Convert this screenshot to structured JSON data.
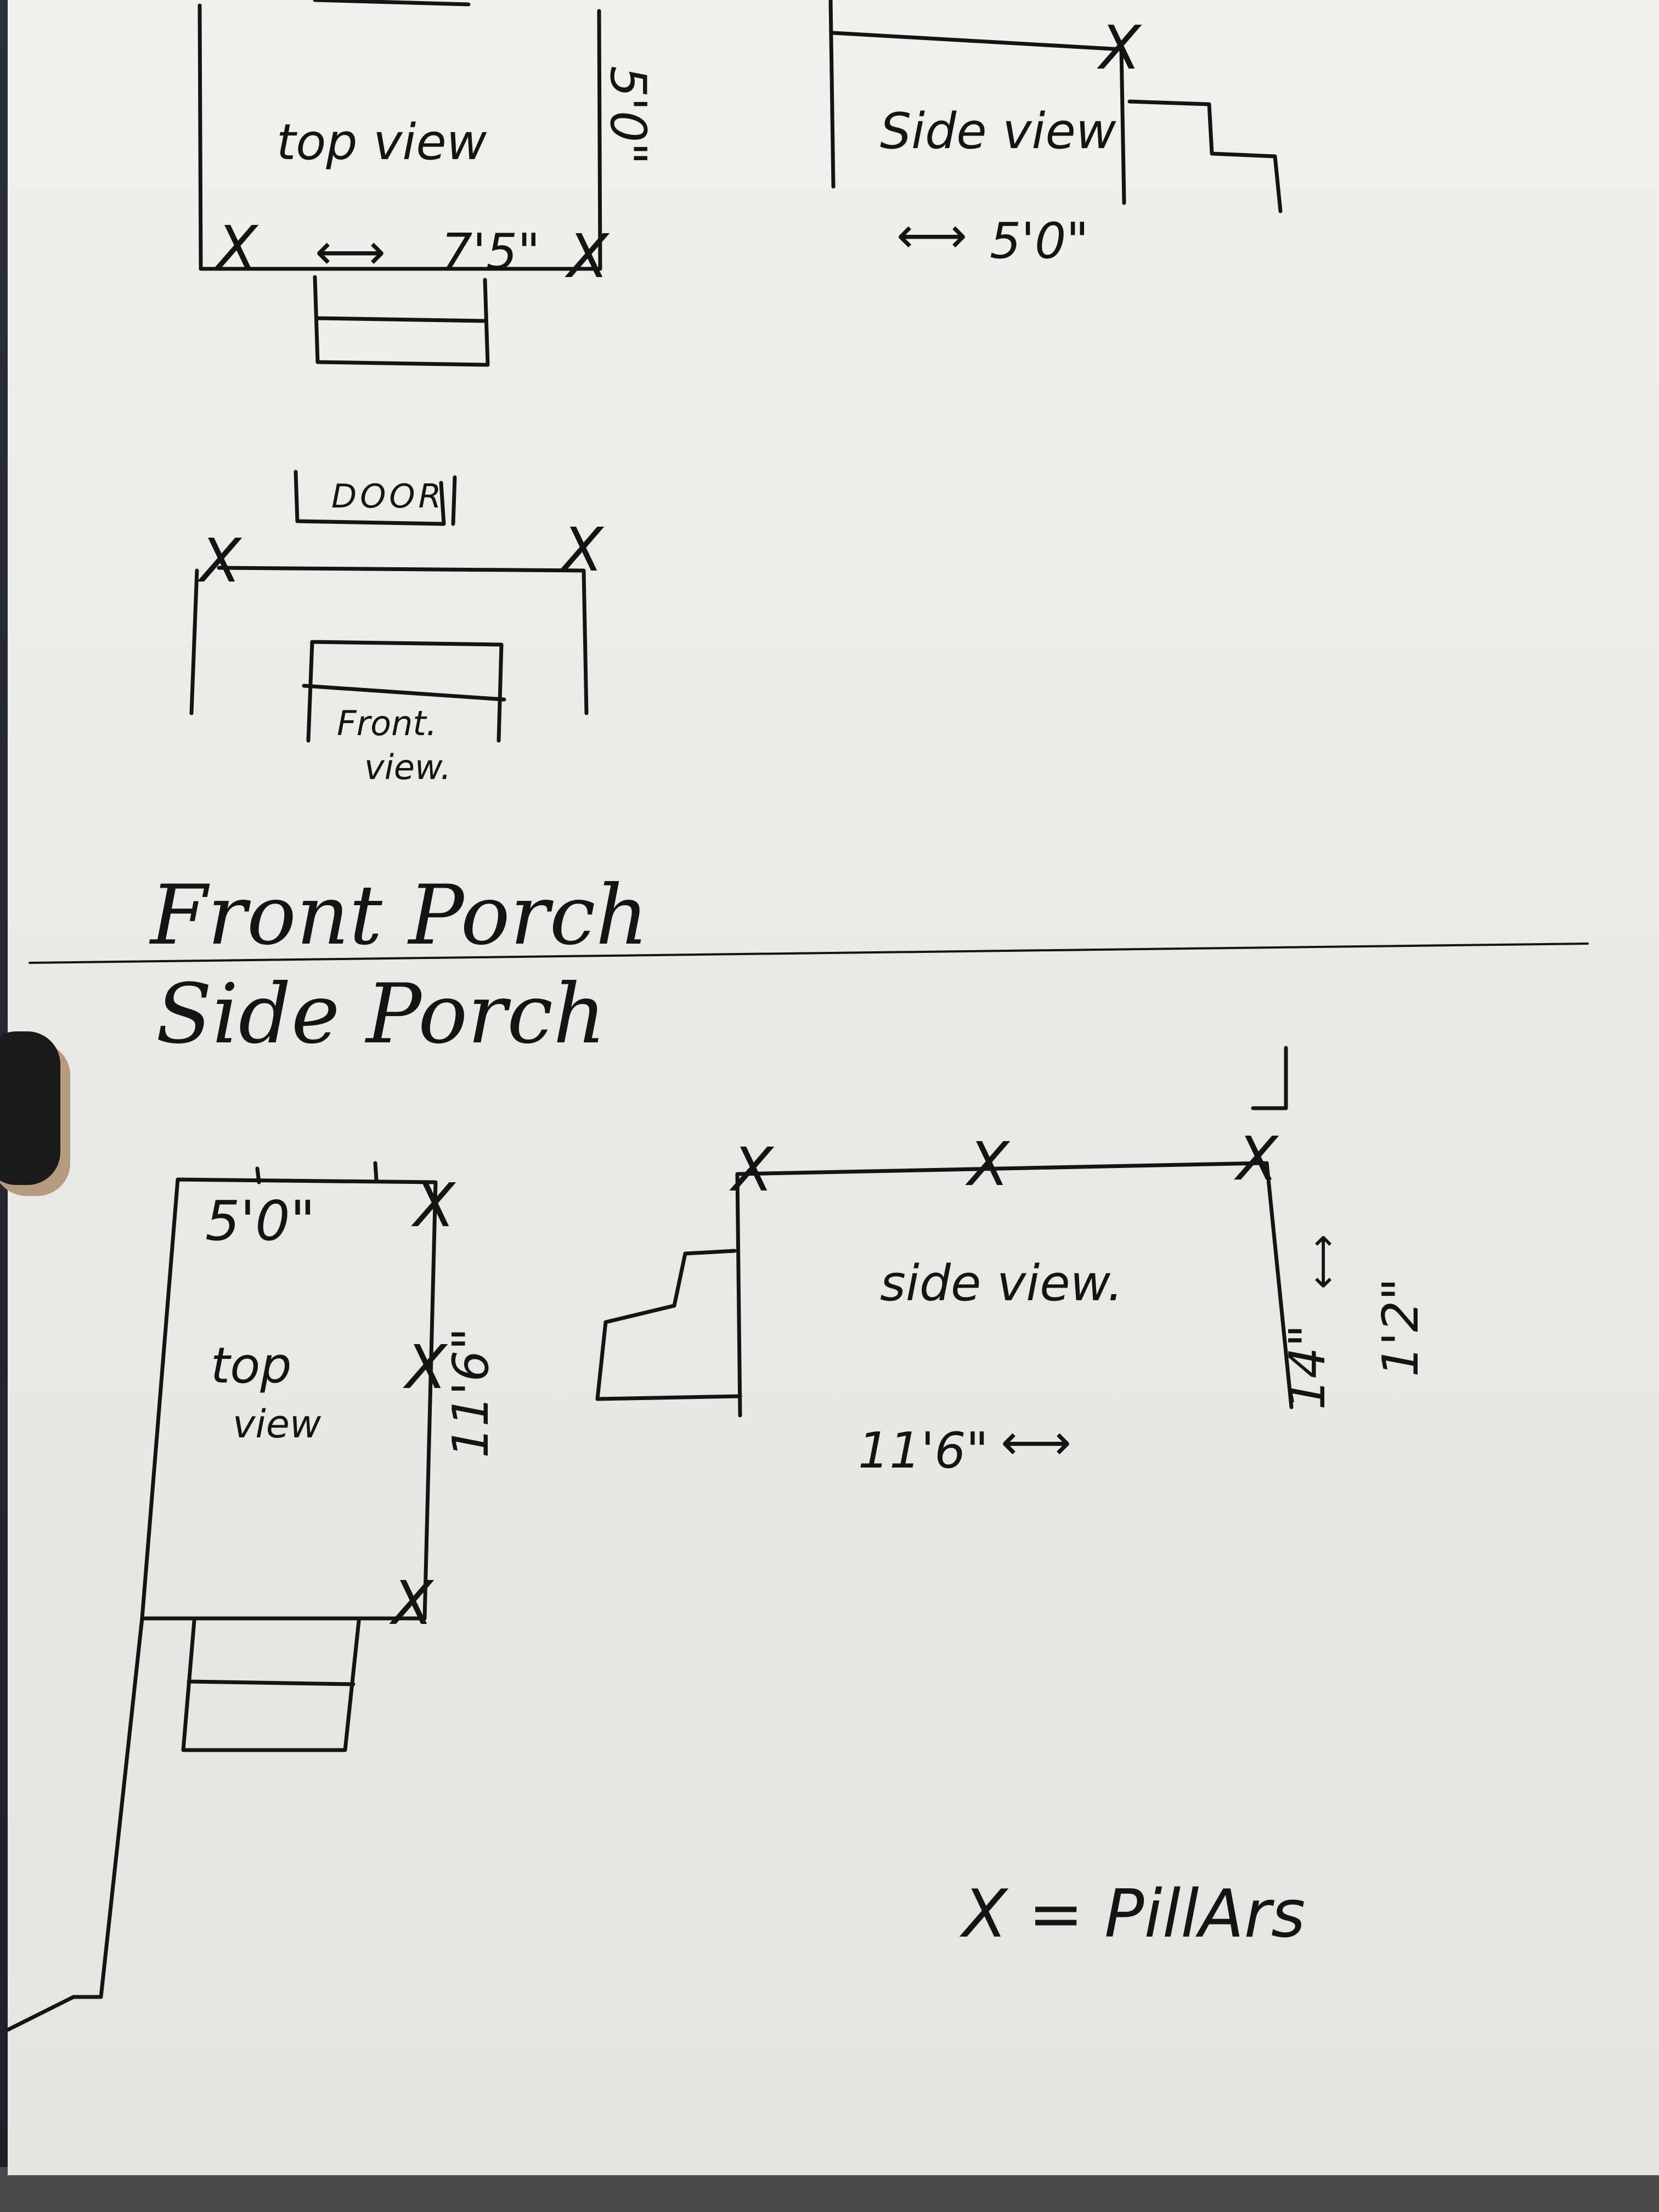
{
  "front_porch": {
    "heading": "Front Porch",
    "top_view": {
      "label": "top view",
      "width": "7'5\"",
      "depth": "5'0\""
    },
    "side_view": {
      "label": "Side view",
      "depth": "5'0\""
    },
    "front_view": {
      "label_line1": "Front.",
      "label_line2": "view.",
      "door_label": "DOOR"
    }
  },
  "side_porch": {
    "heading": "Side Porch",
    "top_view": {
      "label_line1": "top",
      "label_line2": "view",
      "width": "5'0\"",
      "length": "11'6\""
    },
    "side_view": {
      "label": "side view.",
      "length": "11'6\"",
      "post_height": "14\"",
      "rail_height": "1'2\""
    }
  },
  "legend": {
    "pillar_symbol": "X",
    "text": "X = PillArs"
  },
  "pillar_mark": "X",
  "arrow_glyph": "⟷"
}
